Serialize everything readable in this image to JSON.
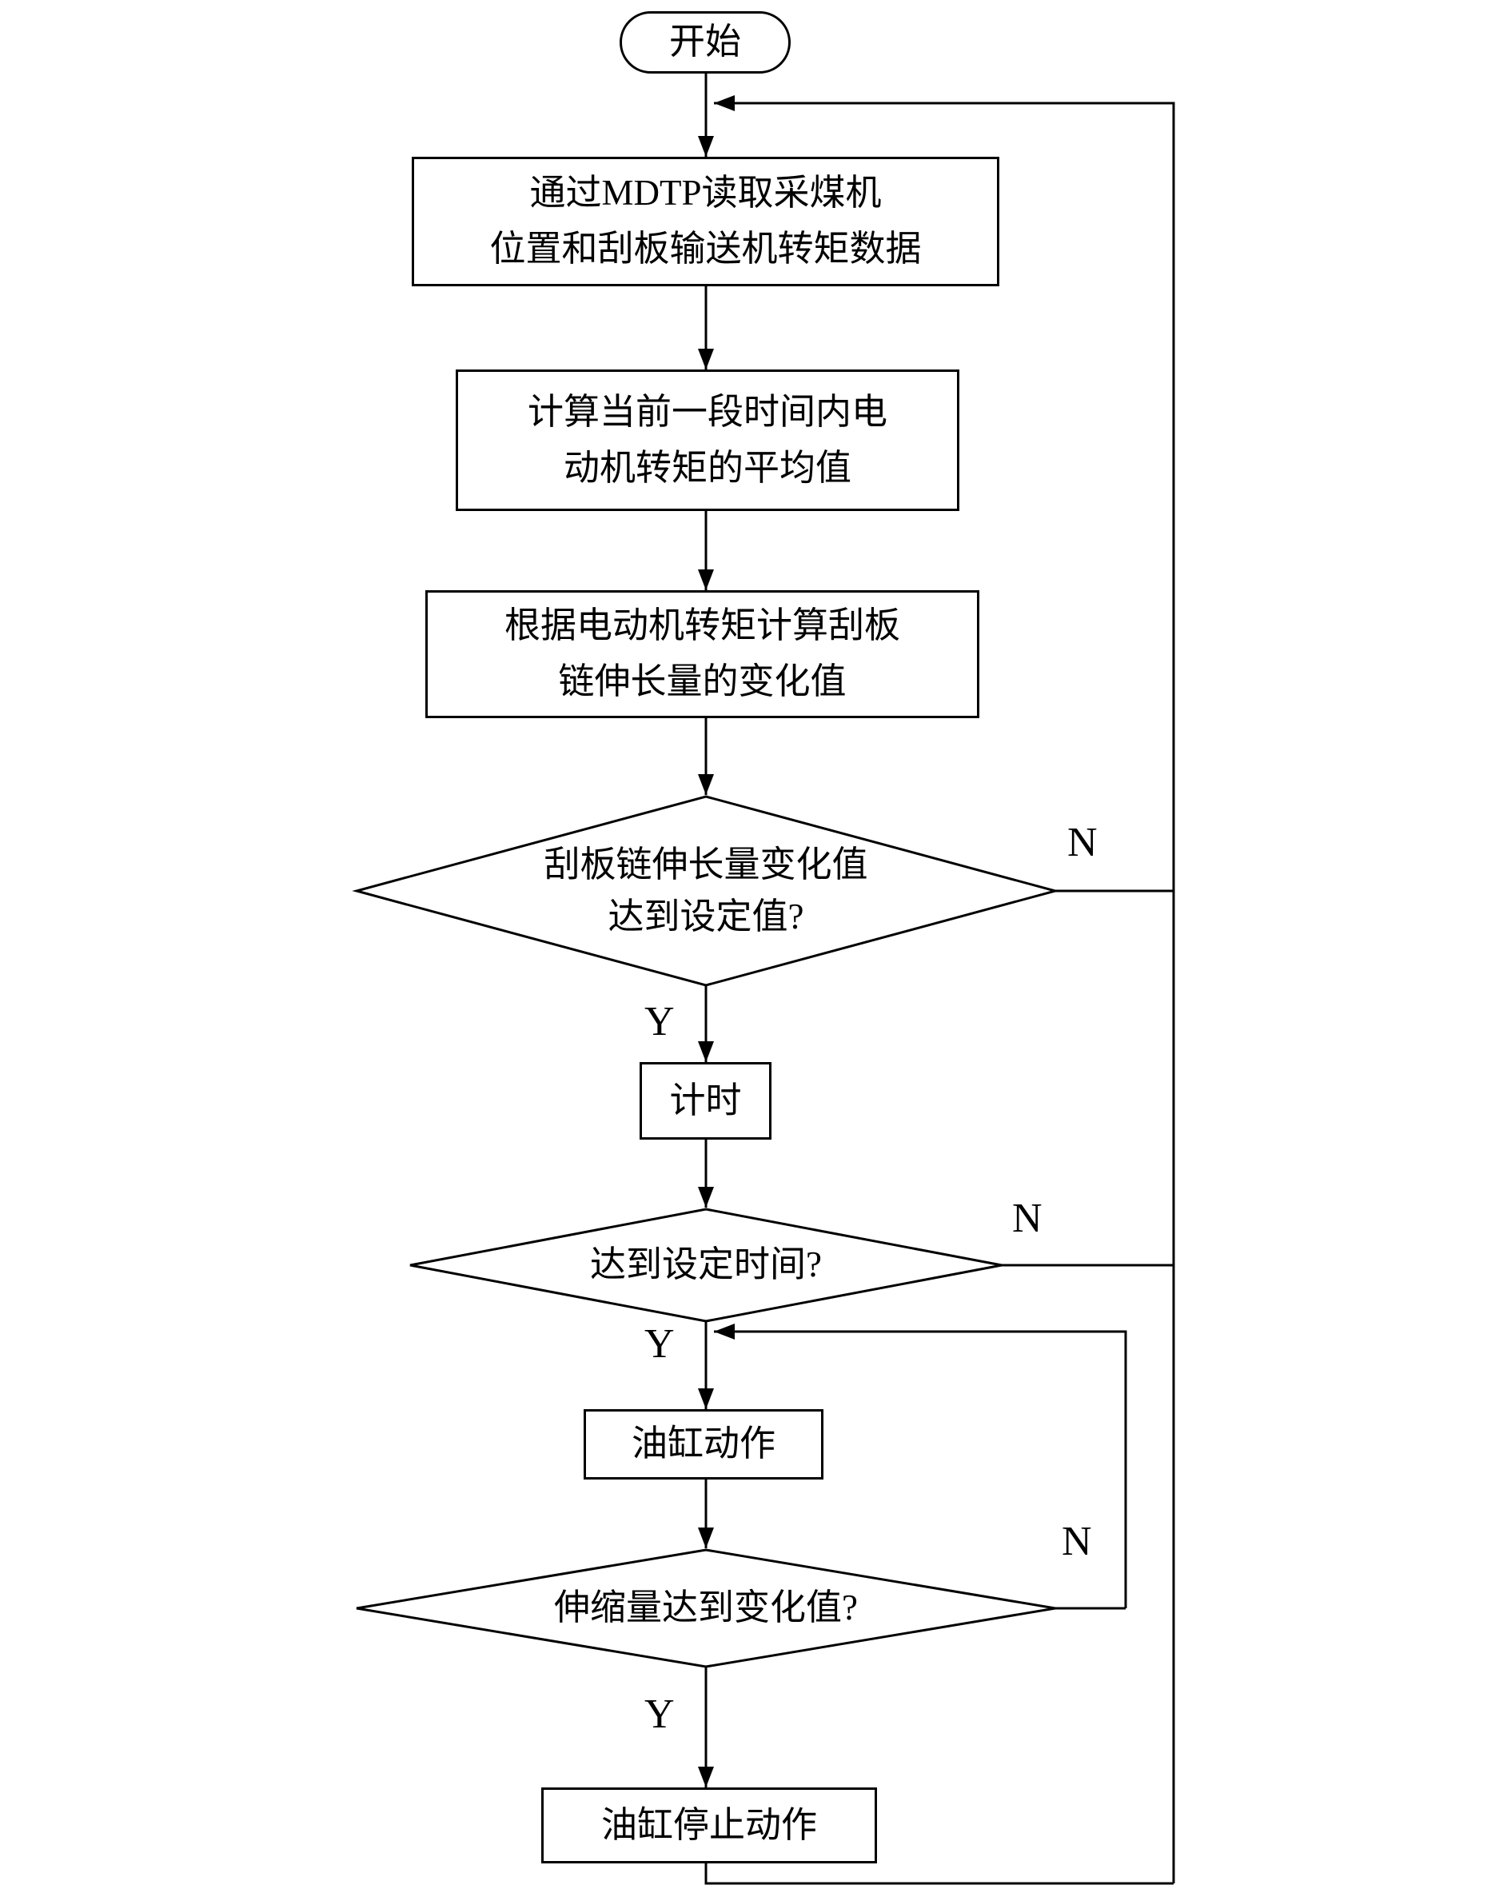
{
  "diagram": {
    "type": "flowchart",
    "nodes": {
      "start": {
        "label": "开始"
      },
      "read_data": {
        "line1": "通过MDTP读取采煤机",
        "line2": "位置和刮板输送机转矩数据"
      },
      "calc_avg_torque": {
        "line1": "计算当前一段时间内电",
        "line2": "动机转矩的平均值"
      },
      "calc_elongation": {
        "line1": "根据电动机转矩计算刮板",
        "line2": "链伸长量的变化值"
      },
      "check_elongation": {
        "line1": "刮板链伸长量变化值",
        "line2": "达到设定值?"
      },
      "timing": {
        "label": "计时"
      },
      "check_time": {
        "label": "达到设定时间?"
      },
      "cylinder_action": {
        "label": "油缸动作"
      },
      "check_extension": {
        "label": "伸缩量达到变化值?"
      },
      "cylinder_stop": {
        "label": "油缸停止动作"
      }
    },
    "edge_labels": {
      "yes": "Y",
      "no": "N"
    },
    "colors": {
      "line": "#000000",
      "background": "#ffffff"
    }
  }
}
